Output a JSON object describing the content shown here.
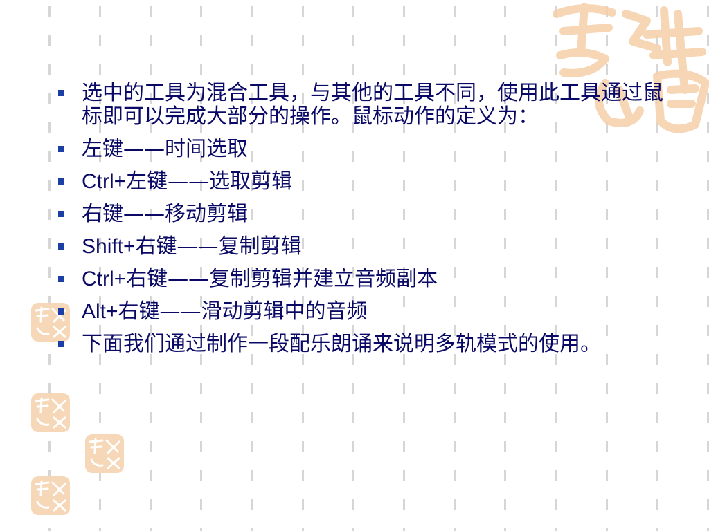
{
  "slide": {
    "bullets": [
      {
        "text": "选中的工具为混合工具，与其他的工具不同，使用此工具通过鼠标即可以完成大部分的操作。鼠标动作的定义为："
      },
      {
        "key": "",
        "text": "左键——时间选取"
      },
      {
        "key": "Ctrl+",
        "text": "左键——选取剪辑"
      },
      {
        "key": "",
        "text": "右键——移动剪辑"
      },
      {
        "key": "Shift+",
        "text": "右键——复制剪辑"
      },
      {
        "key": "Ctrl+",
        "text": "右键——复制剪辑并建立音频副本"
      },
      {
        "key": "Alt+",
        "text": "右键——滑动剪辑中的音频"
      },
      {
        "text": "下面我们通过制作一段配乐朗诵来说明多轨模式的使用。"
      }
    ]
  },
  "decor": {
    "seal_color": "#f3c79a",
    "marker_color": "#1b3fa6",
    "text_color": "#0a0a66"
  }
}
